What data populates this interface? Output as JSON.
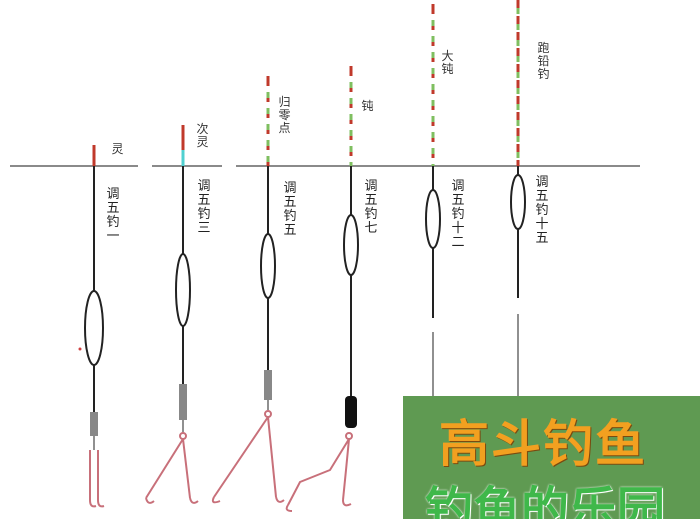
{
  "rigs": [
    {
      "top_label": "灵",
      "depth_label": "调五钓一"
    },
    {
      "top_label": "次灵",
      "depth_label": "调五钓三"
    },
    {
      "top_label": "归零点",
      "depth_label": "调五钓五"
    },
    {
      "top_label": "钝",
      "depth_label": "调五钓七"
    },
    {
      "top_label": "大钝",
      "depth_label": "调五钓十二"
    },
    {
      "top_label": "跑铅钓",
      "depth_label": "调五钓十五"
    }
  ],
  "banner": {
    "line1": "高斗钓鱼",
    "line2": "钓鱼的乐园"
  },
  "colors": {
    "water_line": "#888888",
    "float_tip_red": "#c0392b",
    "float_tip_green": "#7fbf60",
    "hook_line": "#c8707a",
    "banner_bg": "#5f9a52"
  }
}
